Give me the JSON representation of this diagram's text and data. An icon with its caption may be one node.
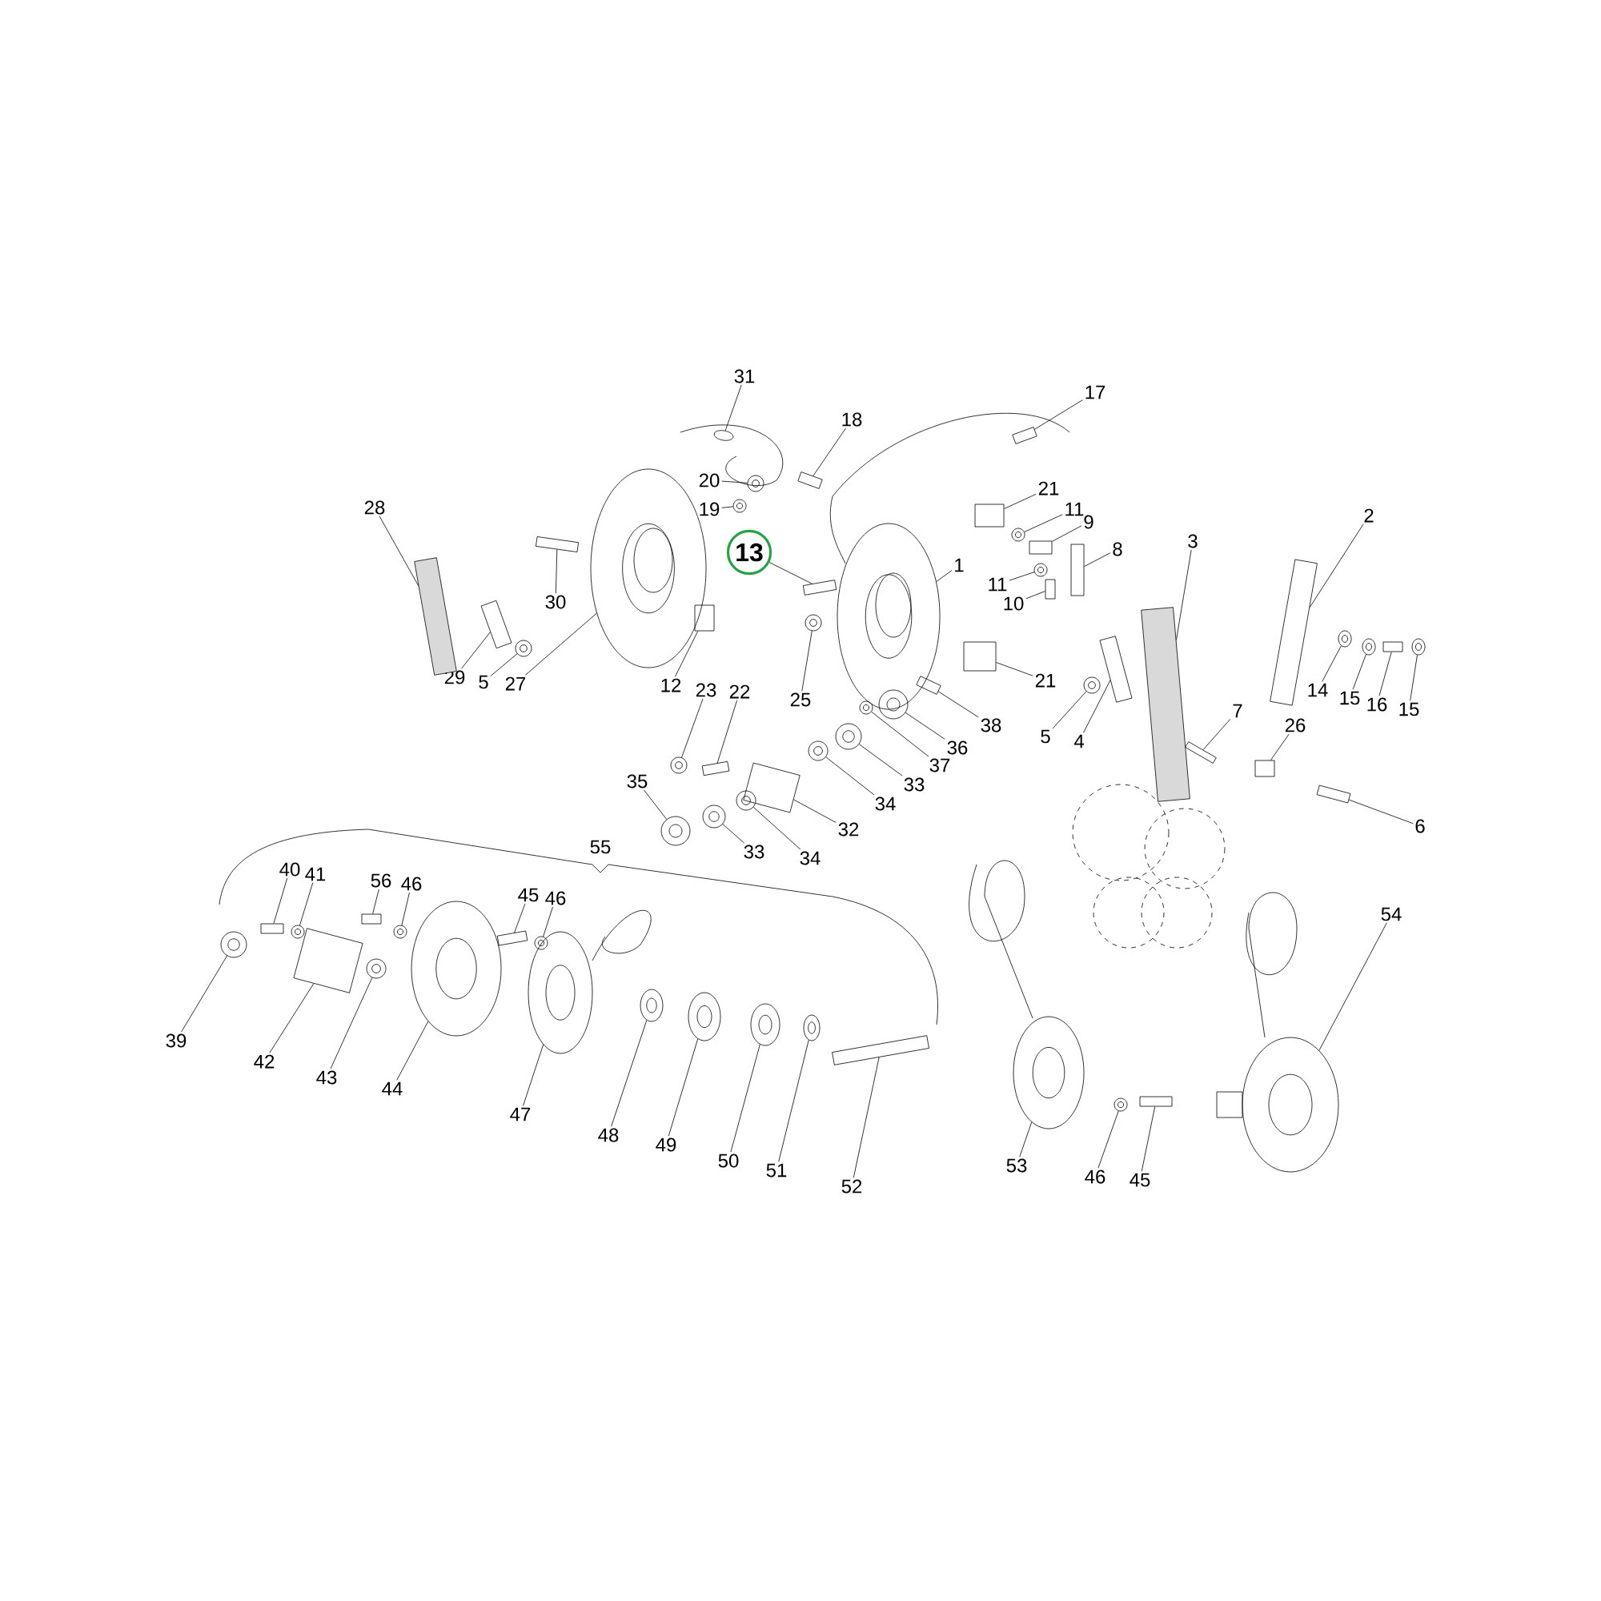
{
  "diagram": {
    "nodes": [
      {
        "text": [
          "31"
        ]
      },
      {
        "text": [
          "18"
        ]
      },
      {
        "text": [
          "17"
        ]
      },
      {
        "text": [
          "20"
        ]
      },
      {
        "text": [
          "19"
        ]
      },
      {
        "text": [
          "13"
        ]
      },
      {
        "text": [
          "28"
        ]
      },
      {
        "text": [
          "21"
        ]
      },
      {
        "text": [
          "11"
        ]
      },
      {
        "text": [
          "9"
        ]
      },
      {
        "text": [
          "2"
        ]
      },
      {
        "text": [
          "1"
        ]
      },
      {
        "text": [
          "8"
        ]
      },
      {
        "text": [
          "3"
        ]
      },
      {
        "text": [
          "11"
        ]
      },
      {
        "text": [
          "30"
        ]
      },
      {
        "text": [
          "10"
        ]
      },
      {
        "text": [
          "29"
        ]
      },
      {
        "text": [
          "5"
        ]
      },
      {
        "text": [
          "27"
        ]
      },
      {
        "text": [
          "12"
        ]
      },
      {
        "text": [
          "23"
        ]
      },
      {
        "text": [
          "22"
        ]
      },
      {
        "text": [
          "21"
        ]
      },
      {
        "text": [
          "25"
        ]
      },
      {
        "text": [
          "14"
        ]
      },
      {
        "text": [
          "15"
        ]
      },
      {
        "text": [
          "16"
        ]
      },
      {
        "text": [
          "15"
        ]
      },
      {
        "text": [
          "7"
        ]
      },
      {
        "text": [
          "26"
        ]
      },
      {
        "text": [
          "38"
        ]
      },
      {
        "text": [
          "5"
        ]
      },
      {
        "text": [
          "4"
        ]
      },
      {
        "text": [
          "36"
        ]
      },
      {
        "text": [
          "37"
        ]
      },
      {
        "text": [
          "35"
        ]
      },
      {
        "text": [
          "33"
        ]
      },
      {
        "text": [
          "34"
        ]
      },
      {
        "text": [
          "32"
        ]
      },
      {
        "text": [
          "6"
        ]
      },
      {
        "text": [
          "33"
        ]
      },
      {
        "text": [
          "34"
        ]
      },
      {
        "text": [
          "40"
        ]
      },
      {
        "text": [
          "41"
        ]
      },
      {
        "text": [
          "56"
        ]
      },
      {
        "text": [
          "46"
        ]
      },
      {
        "text": [
          "45"
        ]
      },
      {
        "text": [
          "46"
        ]
      },
      {
        "text": [
          "54"
        ]
      },
      {
        "text": [
          "39"
        ]
      },
      {
        "text": [
          "42"
        ]
      },
      {
        "text": [
          "43"
        ]
      },
      {
        "text": [
          "44"
        ]
      },
      {
        "text": [
          "47"
        ]
      },
      {
        "text": [
          "48"
        ]
      },
      {
        "text": [
          "49"
        ]
      },
      {
        "text": [
          "50"
        ]
      },
      {
        "text": [
          "51"
        ]
      },
      {
        "text": [
          "53"
        ]
      },
      {
        "text": [
          "46"
        ]
      },
      {
        "text": [
          "45"
        ]
      },
      {
        "text": [
          "52"
        ]
      },
      {
        "text": [],
        "shape": "circle"
      },
      {
        "text": [],
        "shape": "box"
      },
      {
        "text": [],
        "shape": "box"
      },
      {
        "text": [],
        "shape": "circle"
      },
      {
        "text": [],
        "shape": "circle"
      },
      {
        "text": [],
        "shape": "box"
      },
      {
        "text": [],
        "shape": "box"
      },
      {
        "text": [],
        "shape": "box"
      },
      {
        "text": [],
        "shape": "circle"
      },
      {
        "text": [],
        "shape": "box"
      },
      {
        "text": [],
        "shape": "box"
      },
      {
        "text": [],
        "shape": "circle"
      },
      {
        "text": [],
        "shape": "box"
      },
      {
        "text": [],
        "shape": "box"
      },
      {
        "text": [],
        "shape": "circle"
      },
      {
        "text": [],
        "shape": "box"
      },
      {
        "text": [],
        "shape": "box"
      },
      {
        "text": [],
        "shape": "box"
      },
      {
        "text": [],
        "shape": "circle"
      },
      {
        "text": [],
        "shape": "circle"
      },
      {
        "text": [],
        "shape": "box"
      },
      {
        "text": [],
        "shape": "circle"
      },
      {
        "text": [],
        "shape": "box"
      },
      {
        "text": [],
        "shape": "box"
      },
      {
        "text": [],
        "shape": "circle"
      },
      {
        "text": [],
        "shape": "circle"
      },
      {
        "text": [],
        "shape": "circle"
      },
      {
        "text": [],
        "shape": "box"
      },
      {
        "text": [],
        "shape": "circle"
      },
      {
        "text": [],
        "shape": "box"
      },
      {
        "text": [],
        "shape": "box"
      },
      {
        "text": [],
        "shape": "box"
      },
      {
        "text": [],
        "shape": "circle"
      },
      {
        "text": [],
        "shape": "box"
      },
      {
        "text": [],
        "shape": "circle"
      },
      {
        "text": [],
        "shape": "circle"
      },
      {
        "text": [],
        "shape": "circle"
      },
      {
        "text": [],
        "shape": "circle"
      },
      {
        "text": [],
        "shape": "circle"
      },
      {
        "text": [],
        "shape": "box"
      },
      {
        "text": [],
        "shape": "box"
      },
      {
        "text": [],
        "shape": "circle"
      },
      {
        "text": [],
        "shape": "circle"
      },
      {
        "text": [],
        "shape": "box"
      },
      {
        "text": [],
        "shape": "circle"
      },
      {
        "text": [],
        "shape": "box"
      },
      {
        "text": [],
        "shape": "circle"
      },
      {
        "text": [],
        "shape": "box"
      },
      {
        "text": [],
        "shape": "circle"
      },
      {
        "text": [],
        "shape": "circle"
      },
      {
        "text": [],
        "shape": "circle"
      },
      {
        "text": [],
        "shape": "box"
      },
      {
        "text": [],
        "shape": "circle"
      },
      {
        "text": [],
        "shape": "circle"
      },
      {
        "text": [],
        "shape": "circle"
      },
      {
        "text": [],
        "shape": "circle"
      },
      {
        "text": [],
        "shape": "circle"
      },
      {
        "text": [],
        "shape": "circle"
      },
      {
        "text": [],
        "shape": "circle"
      },
      {
        "text": [],
        "shape": "circle"
      },
      {
        "text": [],
        "shape": "circle"
      },
      {
        "text": [],
        "shape": "box"
      },
      {
        "text": [],
        "shape": "box"
      }
    ],
    "edges": [
      {
        "from": 0,
        "to": 63,
        "arrow": "none"
      },
      {
        "from": 1,
        "to": 64,
        "arrow": "none"
      },
      {
        "from": 2,
        "to": 65,
        "arrow": "none"
      },
      {
        "from": 3,
        "to": 66,
        "arrow": "none"
      },
      {
        "from": 4,
        "to": 67,
        "arrow": "none"
      },
      {
        "from": 5,
        "to": 68,
        "arrow": "none"
      },
      {
        "from": 6,
        "to": 69,
        "arrow": "none"
      },
      {
        "from": 7,
        "to": 70,
        "arrow": "none"
      },
      {
        "from": 8,
        "to": 71,
        "arrow": "none"
      },
      {
        "from": 9,
        "to": 72,
        "arrow": "none"
      },
      {
        "from": 10,
        "to": 73,
        "arrow": "none"
      },
      {
        "from": 11,
        "to": 74,
        "arrow": "none"
      },
      {
        "from": 12,
        "to": 75,
        "arrow": "none"
      },
      {
        "from": 13,
        "to": 76,
        "arrow": "none"
      },
      {
        "from": 14,
        "to": 77,
        "arrow": "none"
      },
      {
        "from": 15,
        "to": 78,
        "arrow": "none"
      },
      {
        "from": 16,
        "to": 79,
        "arrow": "none"
      },
      {
        "from": 17,
        "to": 80,
        "arrow": "none"
      },
      {
        "from": 18,
        "to": 81,
        "arrow": "none"
      },
      {
        "from": 19,
        "to": 82,
        "arrow": "none"
      },
      {
        "from": 20,
        "to": 83,
        "arrow": "none"
      },
      {
        "from": 21,
        "to": 84,
        "arrow": "none"
      },
      {
        "from": 22,
        "to": 85,
        "arrow": "none"
      },
      {
        "from": 23,
        "to": 86,
        "arrow": "none"
      },
      {
        "from": 24,
        "to": 87,
        "arrow": "none"
      },
      {
        "from": 25,
        "to": 88,
        "arrow": "none"
      },
      {
        "from": 26,
        "to": 89,
        "arrow": "none"
      },
      {
        "from": 27,
        "to": 90,
        "arrow": "none"
      },
      {
        "from": 28,
        "to": 91,
        "arrow": "none"
      },
      {
        "from": 29,
        "to": 92,
        "arrow": "none"
      },
      {
        "from": 30,
        "to": 93,
        "arrow": "none"
      },
      {
        "from": 31,
        "to": 94,
        "arrow": "none"
      },
      {
        "from": 32,
        "to": 95,
        "arrow": "none"
      },
      {
        "from": 33,
        "to": 96,
        "arrow": "none"
      },
      {
        "from": 34,
        "to": 97,
        "arrow": "none"
      },
      {
        "from": 35,
        "to": 98,
        "arrow": "none"
      },
      {
        "from": 36,
        "to": 99,
        "arrow": "none"
      },
      {
        "from": 37,
        "to": 100,
        "arrow": "none"
      },
      {
        "from": 38,
        "to": 101,
        "arrow": "none"
      },
      {
        "from": 39,
        "to": 102,
        "arrow": "none"
      },
      {
        "from": 40,
        "to": 103,
        "arrow": "none"
      },
      {
        "from": 41,
        "to": 104,
        "arrow": "none"
      },
      {
        "from": 42,
        "to": 105,
        "arrow": "none"
      },
      {
        "from": 43,
        "to": 106,
        "arrow": "none"
      },
      {
        "from": 44,
        "to": 107,
        "arrow": "none"
      },
      {
        "from": 45,
        "to": 108,
        "arrow": "none"
      },
      {
        "from": 46,
        "to": 109,
        "arrow": "none"
      },
      {
        "from": 47,
        "to": 110,
        "arrow": "none"
      },
      {
        "from": 48,
        "to": 111,
        "arrow": "none"
      },
      {
        "from": 49,
        "to": 112,
        "arrow": "none"
      },
      {
        "from": 50,
        "to": 113,
        "arrow": "none"
      },
      {
        "from": 51,
        "to": 114,
        "arrow": "none"
      },
      {
        "from": 52,
        "to": 115,
        "arrow": "none"
      },
      {
        "from": 53,
        "to": 116,
        "arrow": "none"
      },
      {
        "from": 54,
        "to": 117,
        "arrow": "none"
      },
      {
        "from": 55,
        "to": 118,
        "arrow": "none"
      },
      {
        "from": 56,
        "to": 119,
        "arrow": "none"
      },
      {
        "from": 57,
        "to": 120,
        "arrow": "none"
      },
      {
        "from": 58,
        "to": 121,
        "arrow": "none"
      },
      {
        "from": 59,
        "to": 122,
        "arrow": "none"
      },
      {
        "from": 60,
        "to": 123,
        "arrow": "none"
      },
      {
        "from": 61,
        "to": 124,
        "arrow": "none"
      },
      {
        "from": 62,
        "to": 125,
        "arrow": "none"
      }
    ],
    "labels": [
      "55"
    ]
  }
}
